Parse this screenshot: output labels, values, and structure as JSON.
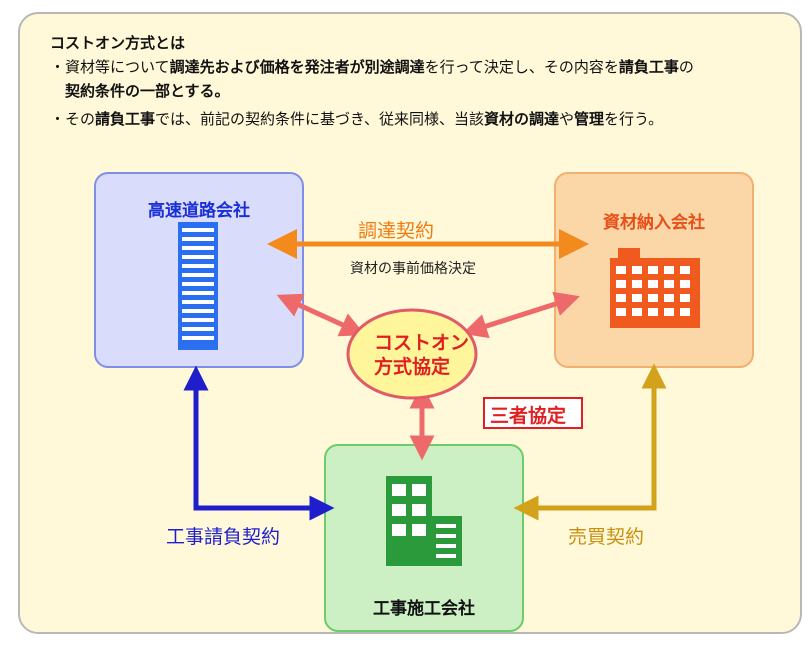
{
  "header": {
    "title": "コストオン方式とは",
    "bullet1_parts": [
      "・資材等について",
      "調達先および価格を発注者が別途調達",
      "を行って決定し、その内容を",
      "請負工事",
      "の"
    ],
    "bullet1_line2": "　契約条件の一部とする。",
    "bullet2_parts": [
      "・その",
      "請負工事",
      "では、前記の契約条件に基づき、従来同様、当該",
      "資材の調達",
      "や",
      "管理",
      "を行う。"
    ]
  },
  "entities": {
    "highway_company": "高速道路会社",
    "material_supplier": "資材納入会社",
    "contractor": "工事施工会社",
    "agreement_line1": "コストオン",
    "agreement_line2": "方式協定",
    "tripartite": "三者協定"
  },
  "relations": {
    "procurement_contract": "調達契約",
    "price_decision": "資材の事前価格決定",
    "construction_contract": "工事請負契約",
    "sales_contract": "売買契約"
  },
  "colors": {
    "panel_bg": "#fff9d9",
    "highway_box": "#d9dcfb",
    "supplier_box": "#fbd7a8",
    "contractor_box": "#ccf0c4",
    "blue_arrow": "#1e1ecc",
    "orange_arrow": "#f28a1e",
    "pink_arrow": "#ee6a6a",
    "gold_arrow": "#d2a21a",
    "red_text": "#e02020"
  }
}
